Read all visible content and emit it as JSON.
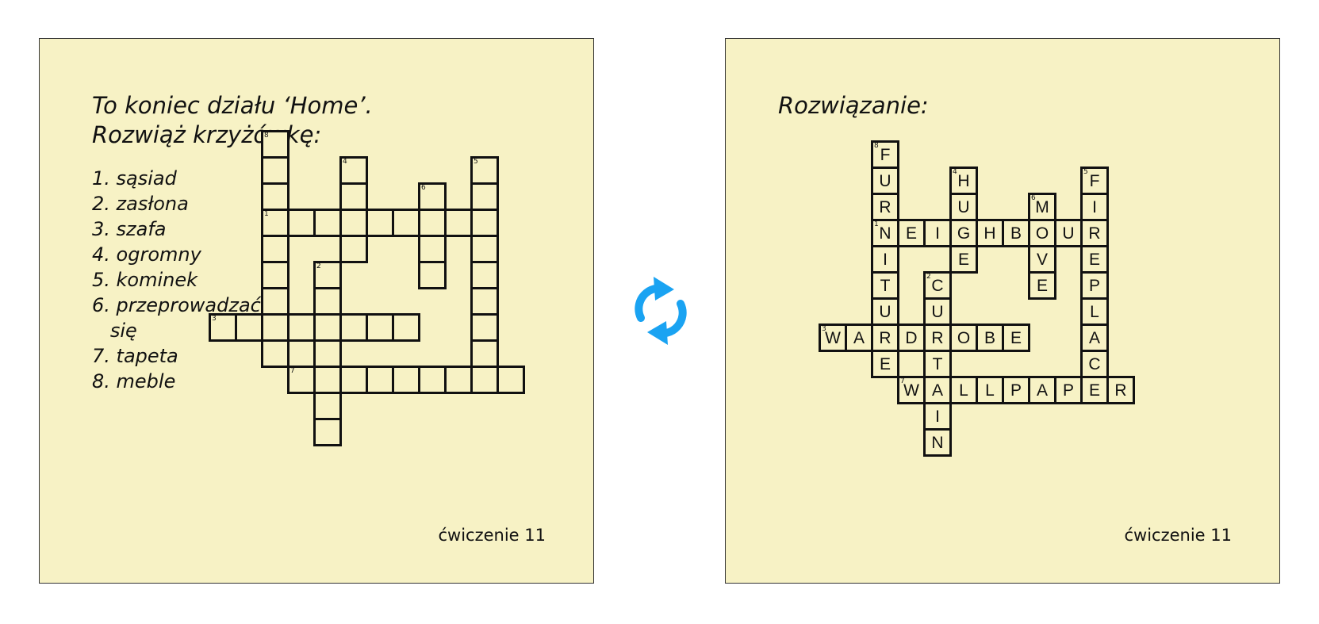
{
  "left": {
    "title_line1": "To koniec działu ‘Home’.",
    "title_line2": "Rozwiąż krzyżówkę:",
    "clues": [
      "1. sąsiad",
      "2. zasłona",
      "3. szafa",
      "4. ogromny",
      "5. kominek",
      "6. przeprowadzać",
      "   się",
      "7. tapeta",
      "8. meble"
    ],
    "footer": "ćwiczenie 11"
  },
  "right": {
    "title": "Rozwiązanie:",
    "footer": "ćwiczenie 11"
  },
  "icon": "refresh-cycle-icon",
  "colors": {
    "card_bg": "#f7f2c5",
    "icon": "#1aa3f2"
  },
  "crossword": {
    "entries": [
      {
        "number": "1",
        "direction": "across",
        "row": 3,
        "col": 2,
        "answer": "NEIGHBOUR"
      },
      {
        "number": "2",
        "direction": "down",
        "row": 5,
        "col": 4,
        "answer": "CURTAIN"
      },
      {
        "number": "3",
        "direction": "across",
        "row": 7,
        "col": 0,
        "answer": "WARDROBE"
      },
      {
        "number": "4",
        "direction": "down",
        "row": 1,
        "col": 5,
        "answer": "HUGE"
      },
      {
        "number": "5",
        "direction": "down",
        "row": 1,
        "col": 10,
        "answer": "FIREPLACE"
      },
      {
        "number": "6",
        "direction": "down",
        "row": 2,
        "col": 8,
        "answer": "MOVE"
      },
      {
        "number": "7",
        "direction": "across",
        "row": 9,
        "col": 3,
        "answer": "WALLPAPER"
      },
      {
        "number": "8",
        "direction": "down",
        "row": 0,
        "col": 2,
        "answer": "FURNITURE"
      }
    ]
  }
}
